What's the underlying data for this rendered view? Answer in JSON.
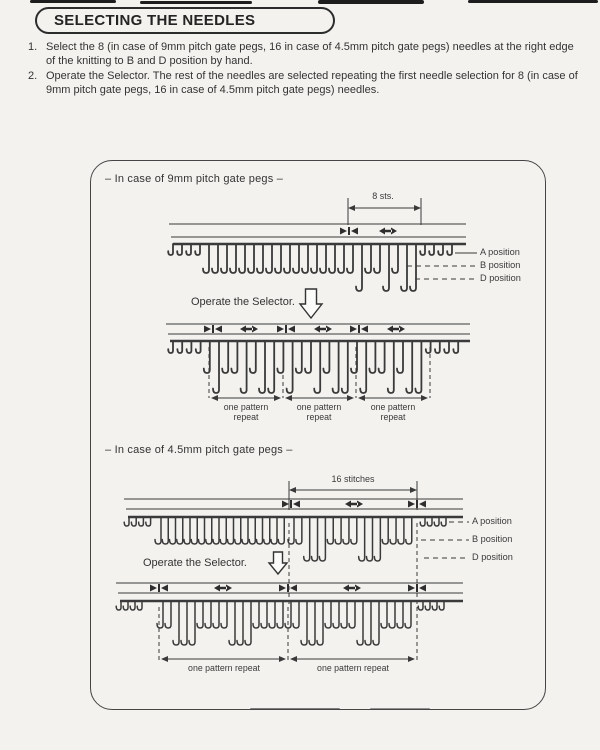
{
  "page_title": "SELECTING THE NEEDLES",
  "instructions": [
    {
      "num": "1.",
      "text": "Select the 8 (in case of 9mm pitch gate pegs, 16 in case of 4.5mm pitch gate pegs) needles at the right edge of the knitting to B and D position by hand."
    },
    {
      "num": "2.",
      "text": "Operate the Selector. The rest of the needles are selected repeating the first needle selection for 8 (in case of 9mm pitch gate pegs, 16 in case of 4.5mm pitch gate pegs) needles."
    }
  ],
  "sections": {
    "s9": {
      "heading": "– In case of 9mm pitch gate pegs –",
      "stitch_label": "8 sts.",
      "operate_label": "Operate the Selector.",
      "pos_a": "A position",
      "pos_b": "B position",
      "pos_d": "D position",
      "repeat_label_top": "one pattern",
      "repeat_label_bottom": "repeat",
      "needle_pattern": "BDBBDBDD",
      "before_sequence": "AAAABBBBBBBBBBBBBBBBBDBBDBDDAAAA",
      "after_sequence": "AAAABDBBDBDDBDBBDBDDBDBBDBDDAAAA",
      "before_markers": [
        "in",
        "out"
      ],
      "after_markers": [
        "in",
        "out",
        "in",
        "out",
        "in",
        "out"
      ]
    },
    "s45": {
      "heading": "– In case of 4.5mm pitch gate pegs –",
      "stitch_label": "16 stitches",
      "operate_label": "Operate the Selector.",
      "pos_a": "A position",
      "pos_b": "B position",
      "pos_d": "D position",
      "repeat_label": "one pattern repeat",
      "needle_pattern": "BBDDDBBBBDDDBBBB",
      "before_sequence": "AAAABBBBBBBBBBBBBBBBBBBBDDDBBBBDDDBBBBAAAA",
      "after_sequence": "AAAABBDDDBBBBDDDBBBBBBDDDBBBBDDDBBBBAAAA",
      "before_markers": [
        "in",
        "out",
        "in"
      ],
      "after_markers": [
        "in",
        "out",
        "in",
        "out",
        "in"
      ]
    }
  },
  "ink_color": "#3a3a3a",
  "paper_color": "#f3f2ef"
}
